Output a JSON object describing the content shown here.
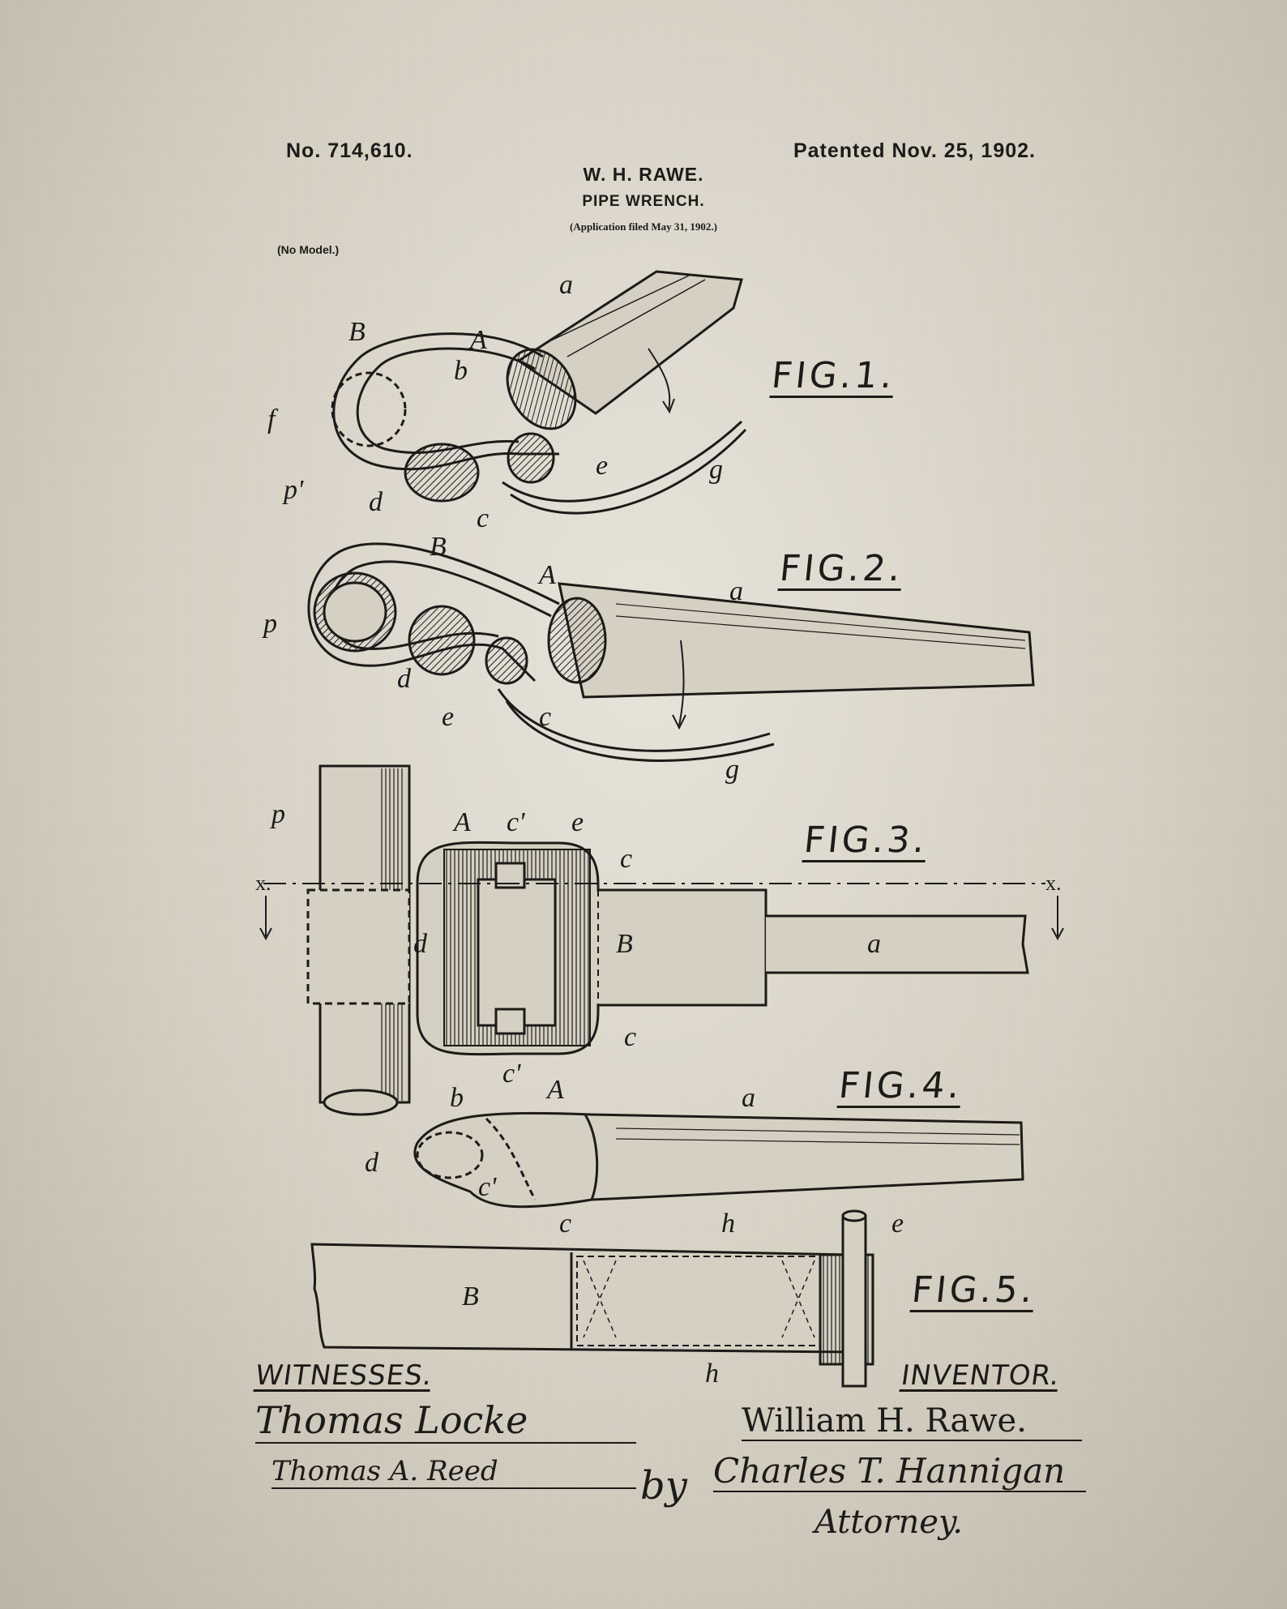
{
  "header": {
    "patent_number": "No. 714,610.",
    "patent_date": "Patented Nov. 25, 1902.",
    "inventor_name": "W. H. RAWE.",
    "title": "PIPE WRENCH.",
    "application": "(Application filed May 31, 1902.)",
    "model_note": "(No Model.)"
  },
  "figures": {
    "fig1": "FIG.1.",
    "fig2": "FIG.2.",
    "fig3": "FIG.3.",
    "fig4": "FIG.4.",
    "fig5": "FIG.5."
  },
  "labels": {
    "a": "a",
    "b": "b",
    "c": "c",
    "c_prime": "c'",
    "d": "d",
    "e": "e",
    "f": "f",
    "g": "g",
    "h": "h",
    "p": "p",
    "p_prime": "p'",
    "A": "A",
    "B": "B",
    "x": "x."
  },
  "signatures": {
    "witnesses_heading": "WITNESSES.",
    "inventor_heading": "INVENTOR.",
    "witness_1": "Thomas Locke",
    "witness_2": "Thomas A. Reed",
    "inventor": "William H. Rawe.",
    "by": "by",
    "attorney_name": "Charles T. Hannigan",
    "attorney_title": "Attorney."
  },
  "colors": {
    "ink": "#1d1b18",
    "paper": "#d8d2c5"
  }
}
